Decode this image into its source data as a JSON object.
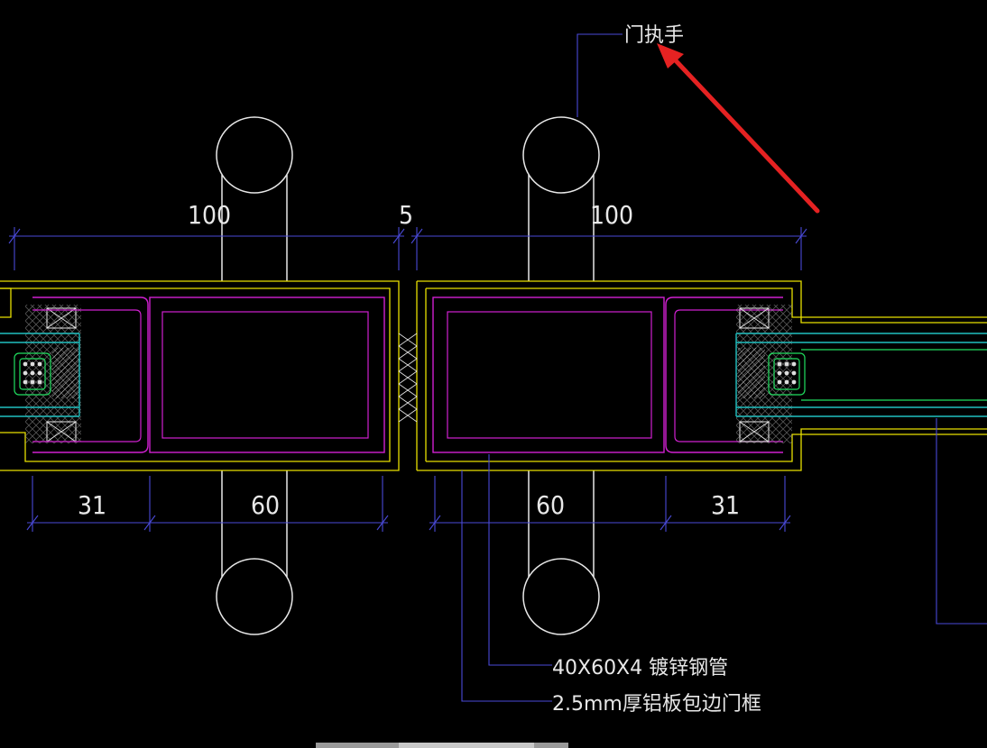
{
  "dimensions": {
    "left_width": "100",
    "gap": "5",
    "right_width": "100",
    "left_bottom_a": "31",
    "left_bottom_b": "60",
    "right_bottom_a": "60",
    "right_bottom_b": "31"
  },
  "labels": {
    "handle": "门执手",
    "steel_tube": "40X60X4 镀锌钢管",
    "aluminum": "2.5mm厚铝板包边门框"
  },
  "colors": {
    "background": "#000000",
    "frame": "#e8e000",
    "magenta": "#d020d0",
    "green": "#20e060",
    "cyan": "#20c0c0",
    "dim": "#4a4ad8",
    "white": "#e8e8e8",
    "arrow": "#e52222"
  },
  "icons": {
    "arrow": "red-arrow-icon"
  }
}
